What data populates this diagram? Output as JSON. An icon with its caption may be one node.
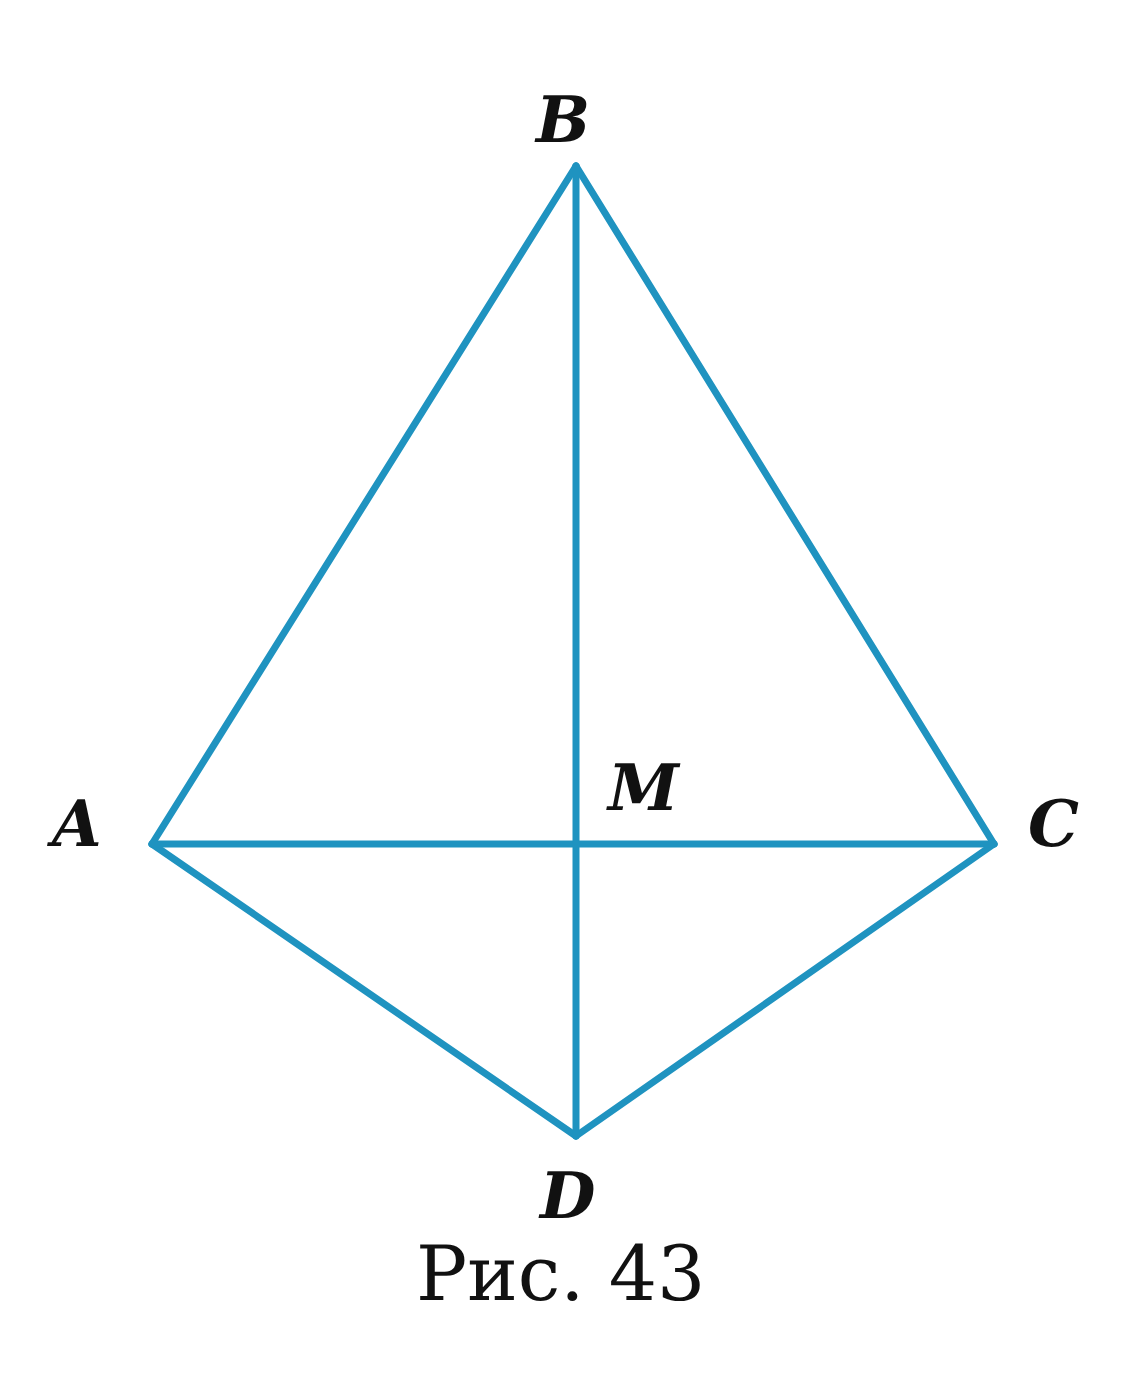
{
  "diagram": {
    "caption": "Рис. 43",
    "nodes": [
      {
        "text": [
          "B"
        ]
      },
      {
        "text": [
          "A"
        ]
      },
      {
        "text": [
          "C"
        ]
      },
      {
        "text": [
          "D"
        ]
      }
    ],
    "edges": [
      {
        "from": 1,
        "to": 0,
        "arrow": "none"
      },
      {
        "from": 0,
        "to": 2,
        "arrow": "none"
      },
      {
        "from": 2,
        "to": 3,
        "arrow": "none"
      },
      {
        "from": 3,
        "to": 1,
        "arrow": "none"
      },
      {
        "from": 1,
        "to": 2,
        "arrow": "none"
      },
      {
        "from": 0,
        "to": 3,
        "arrow": "none"
      }
    ],
    "labels": [
      "M"
    ]
  }
}
